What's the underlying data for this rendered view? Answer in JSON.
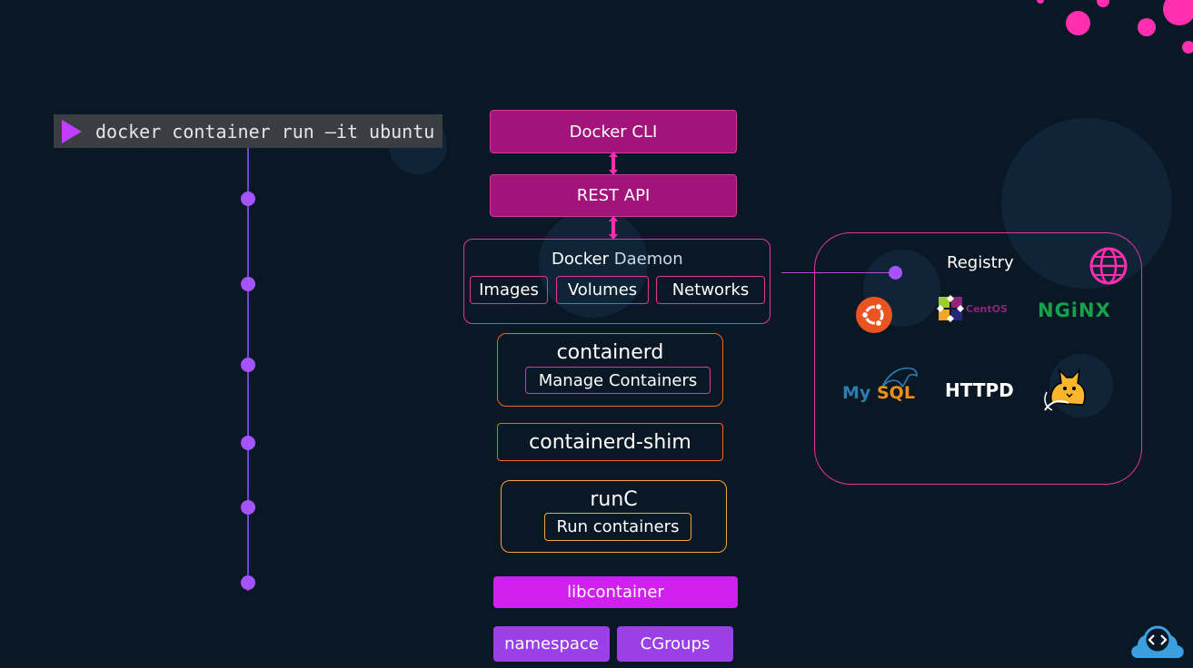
{
  "command": "docker container run –it ubuntu",
  "stack": {
    "docker_cli": "Docker CLI",
    "rest_api": "REST API",
    "daemon": {
      "title_a": "Docker",
      "title_b": "Daemon",
      "items": [
        "Images",
        "Volumes",
        "Networks"
      ]
    },
    "containerd": {
      "title": "containerd",
      "inner": "Manage Containers"
    },
    "containerd_shim": "containerd-shim",
    "runc": {
      "title": "runC",
      "inner": "Run containers"
    },
    "libcontainer": "libcontainer",
    "namespace": "namespace",
    "cgroups": "CGroups"
  },
  "registry": {
    "title": "Registry",
    "logos": {
      "centos": "CentOS",
      "nginx": "NGiNX",
      "mysql_a": "My",
      "mysql_b": "SQL",
      "httpd": "HTTPD"
    }
  },
  "colors": {
    "background": "#0a1825",
    "magenta": "#a3147a",
    "pink": "#ff2fb0",
    "orange": "#f0661e",
    "amber": "#f2a33a",
    "purple": "#d020ee",
    "violet": "#9b3fe8"
  }
}
